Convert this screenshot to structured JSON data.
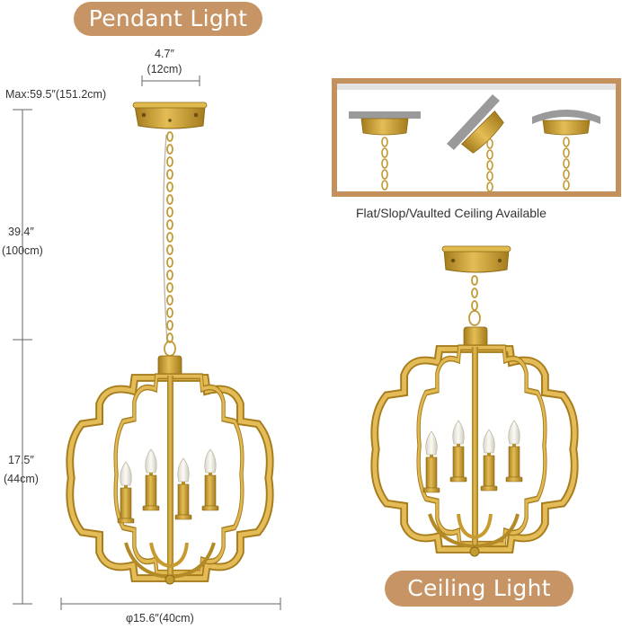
{
  "titles": {
    "pendant": "Pendant Light",
    "ceiling": "Ceiling Light"
  },
  "dimensions": {
    "canopy_width_in": "4.7″",
    "canopy_width_cm": "(12cm)",
    "max_height": "Max:59.5″(151.2cm)",
    "chain_length_in": "39.4″",
    "chain_length_cm": "(100cm)",
    "body_height_in": "17.5″",
    "body_height_cm": "(44cm)",
    "diameter": "φ15.6″(40cm)"
  },
  "ceiling_options": {
    "caption": "Flat/Slop/Vaulted Ceiling Available",
    "types": [
      "flat",
      "slope",
      "vaulted"
    ]
  },
  "colors": {
    "accent": "#c79565",
    "brass": "#d2a437",
    "brass_dark": "#9a7418",
    "frame_border": "#c4915c",
    "bulb": "#f3f1ea"
  }
}
